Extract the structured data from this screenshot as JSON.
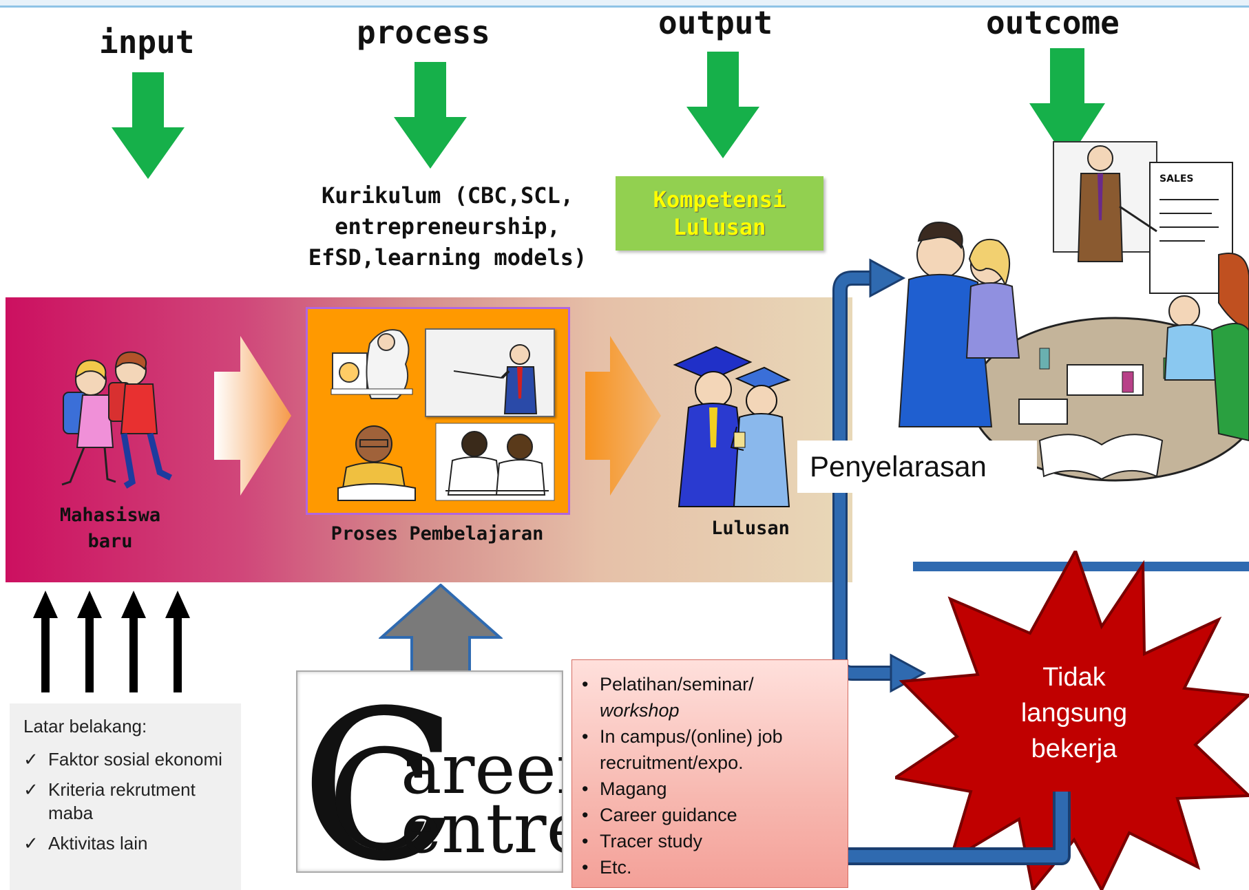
{
  "stages": {
    "input": "input",
    "process": "process",
    "output": "output",
    "outcome": "outcome"
  },
  "kurikulum": {
    "line1": "Kurikulum (CBC,SCL,",
    "line2": "entrepreneurship,",
    "line3": "EfSD,learning models)"
  },
  "kompetensi": {
    "line1": "Kompetensi",
    "line2": "Lulusan"
  },
  "band_labels": {
    "mahasiswa_line1": "Mahasiswa",
    "mahasiswa_line2": "baru",
    "proses": "Proses Pembelajaran",
    "lulusan": "Lulusan"
  },
  "penyelarasan": "Penyelarasan",
  "tidak_bekerja": {
    "line1": "Tidak",
    "line2": "langsung",
    "line3": "bekerja"
  },
  "latar": {
    "title": "Latar belakang:",
    "items": [
      "Faktor sosial ekonomi",
      "Kriteria rekrutment maba",
      "Aktivitas lain"
    ]
  },
  "career_centre": {
    "logo_text": "Career Centre",
    "activities": [
      "Pelatihan/seminar/",
      "workshop",
      "In campus/(online) job recruitment/expo.",
      "Magang",
      "Career guidance",
      "Tracer study",
      "Etc."
    ]
  },
  "colors": {
    "green_arrow": "#16b04a",
    "kompetensi_box": "#92d050",
    "kompetensi_text": "#ffff00",
    "blue_connector": "#1f5f9e",
    "star_fill": "#c00000",
    "process_box": "#ff9900",
    "activities_box": "#f4a8a0"
  }
}
